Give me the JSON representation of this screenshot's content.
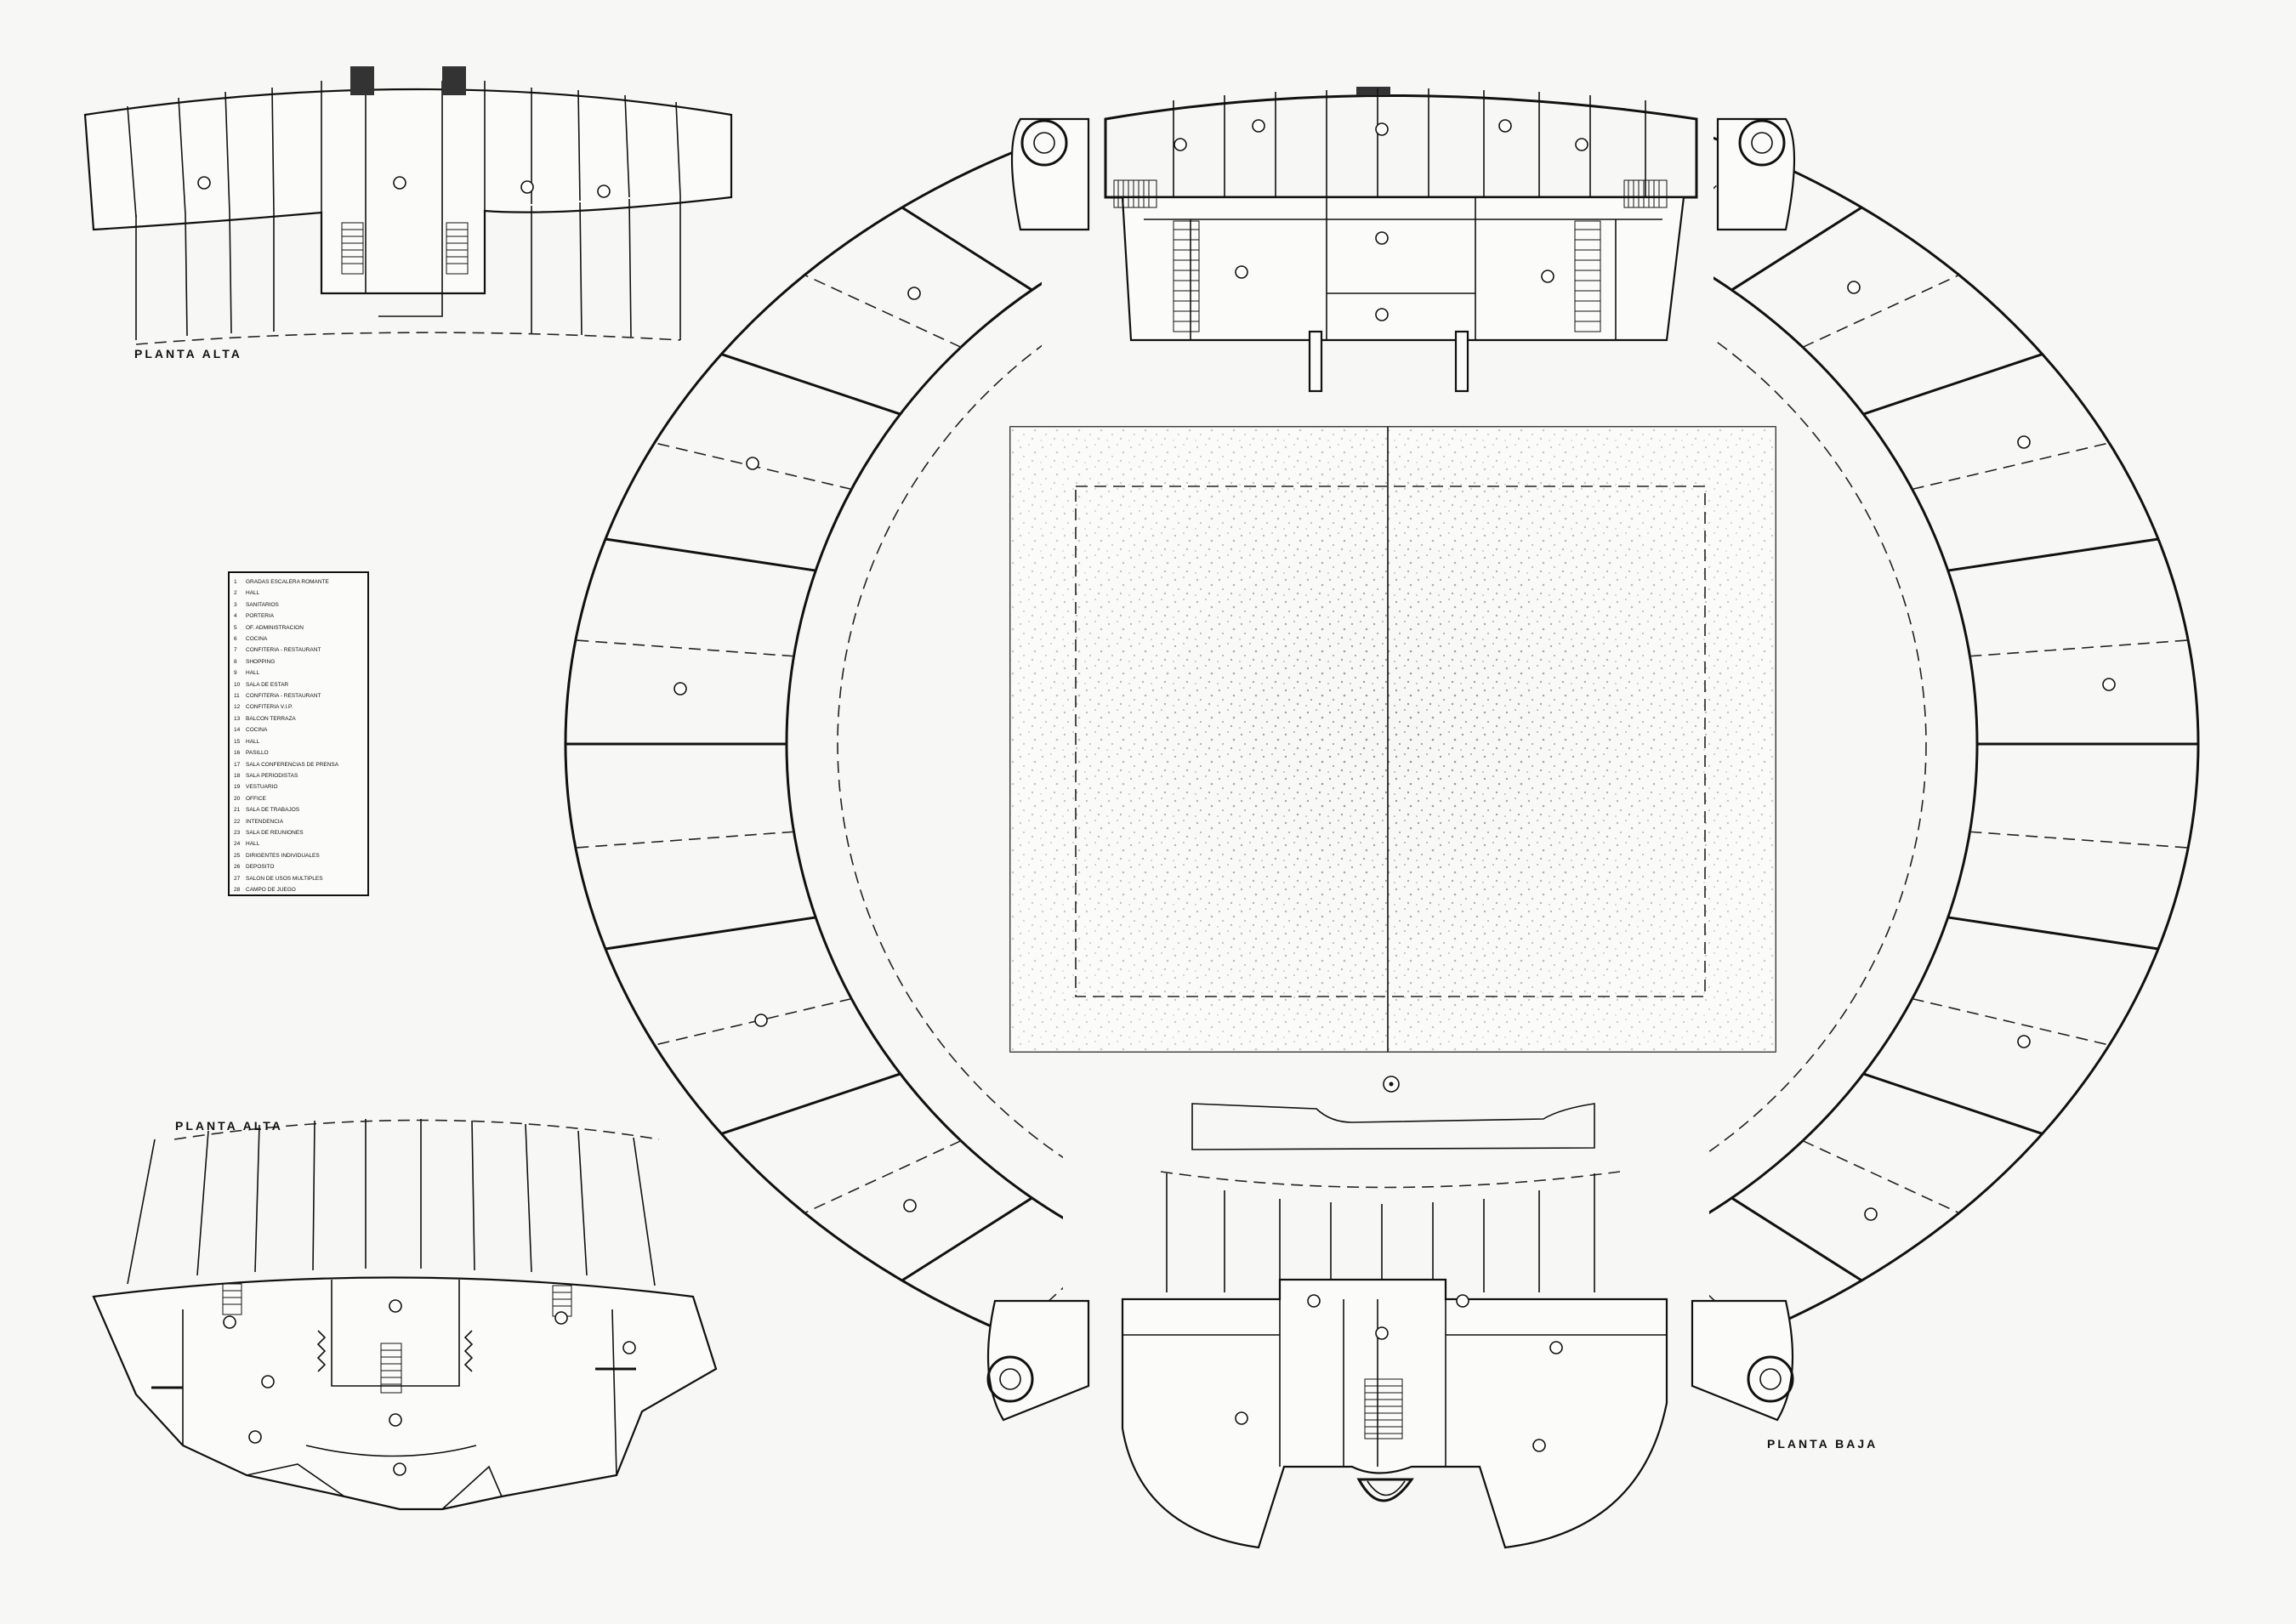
{
  "labels": {
    "planta_alta_top": "PLANTA ALTA",
    "planta_alta_bottom": "PLANTA ALTA",
    "planta_baja": "PLANTA BAJA"
  },
  "legend": [
    {
      "n": "1",
      "t": "GRADAS ESCALERA ROMANTE"
    },
    {
      "n": "2",
      "t": "HALL"
    },
    {
      "n": "3",
      "t": "SANITARIOS"
    },
    {
      "n": "4",
      "t": "PORTERIA"
    },
    {
      "n": "5",
      "t": "OF. ADMINISTRACION"
    },
    {
      "n": "6",
      "t": "COCINA"
    },
    {
      "n": "7",
      "t": "CONFITERIA - RESTAURANT"
    },
    {
      "n": "8",
      "t": "SHOPPING"
    },
    {
      "n": "9",
      "t": "HALL"
    },
    {
      "n": "10",
      "t": "SALA DE ESTAR"
    },
    {
      "n": "11",
      "t": "CONFITERIA - RESTAURANT"
    },
    {
      "n": "12",
      "t": "CONFITERIA V.I.P."
    },
    {
      "n": "13",
      "t": "BALCON TERRAZA"
    },
    {
      "n": "14",
      "t": "COCINA"
    },
    {
      "n": "15",
      "t": "HALL"
    },
    {
      "n": "16",
      "t": "PASILLO"
    },
    {
      "n": "17",
      "t": "SALA CONFERENCIAS DE PRENSA"
    },
    {
      "n": "18",
      "t": "SALA PERIODISTAS"
    },
    {
      "n": "19",
      "t": "VESTUARIO"
    },
    {
      "n": "20",
      "t": "OFFICE"
    },
    {
      "n": "21",
      "t": "SALA DE TRABAJOS"
    },
    {
      "n": "22",
      "t": "INTENDENCIA"
    },
    {
      "n": "23",
      "t": "SALA DE REUNIONES"
    },
    {
      "n": "24",
      "t": "HALL"
    },
    {
      "n": "25",
      "t": "DIRIGENTES INDIVIDUALES"
    },
    {
      "n": "26",
      "t": "DEPOSITO"
    },
    {
      "n": "27",
      "t": "SALON DE USOS MULTIPLES"
    },
    {
      "n": "28",
      "t": "CAMPO DE JUEGO"
    }
  ]
}
